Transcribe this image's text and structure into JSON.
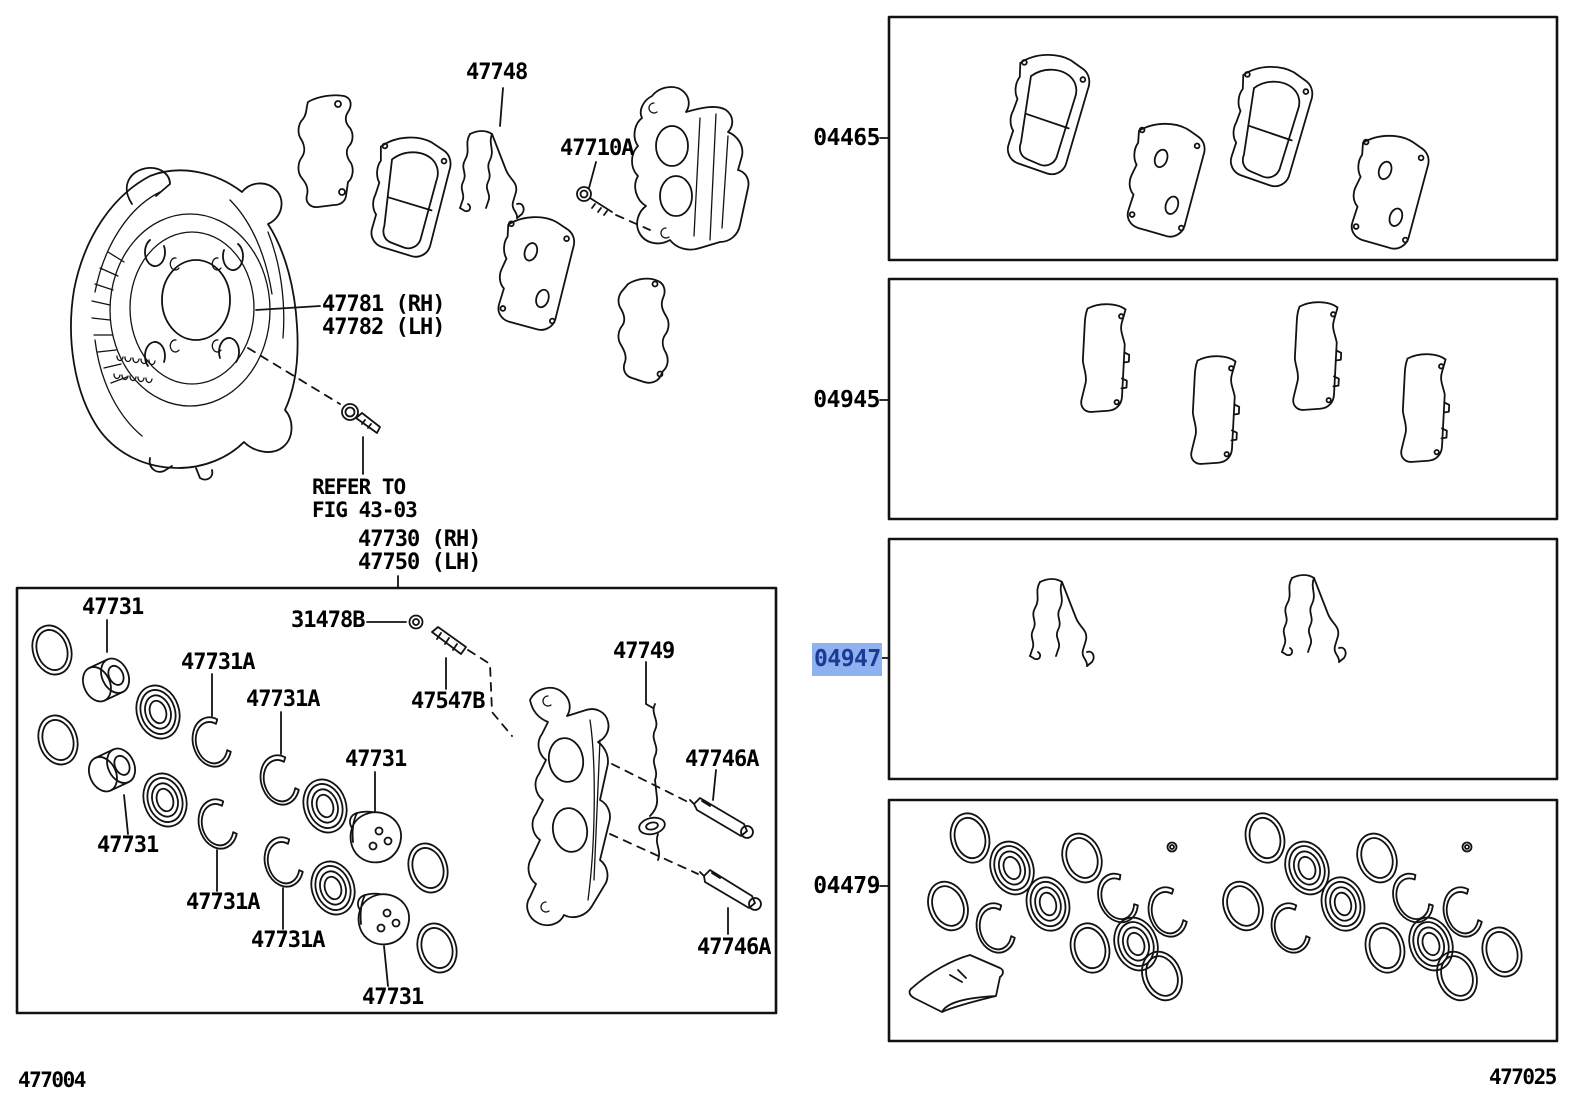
{
  "page": {
    "background": "#FFFFFF",
    "line_color": "#121212"
  },
  "highlight": {
    "bg": "#8FB1F0",
    "text": "#1A3A94"
  },
  "footer": {
    "left_code": "477004",
    "right_code": "477025"
  },
  "assembly": {
    "labels": {
      "pad_support_clip": "47748",
      "caliper_mount_bolt": "47710A",
      "splash_shield_rh": "47781 (RH)",
      "splash_shield_lh": "47782 (LH)",
      "refer_note_line1": "REFER TO",
      "refer_note_line2": "FIG 43-03"
    }
  },
  "caliper_box": {
    "title_rh": "47730 (RH)",
    "title_lh": "47750 (LH)",
    "labels": {
      "piston": "47731",
      "piston_snap_ring": "47731A",
      "bleeder_plug_cap": "31478B",
      "bleeder_plug": "47547B",
      "anti_rattle_spring": "47749",
      "slide_pin": "47746A"
    }
  },
  "kit_panels": [
    {
      "code": "04465",
      "name": "brake-pad-kit",
      "highlighted": false
    },
    {
      "code": "04945",
      "name": "anti-squeal-shim-kit",
      "highlighted": false
    },
    {
      "code": "04947",
      "name": "pad-fitting-kit",
      "highlighted": true
    },
    {
      "code": "04479",
      "name": "caliper-seal-kit",
      "highlighted": false
    }
  ]
}
